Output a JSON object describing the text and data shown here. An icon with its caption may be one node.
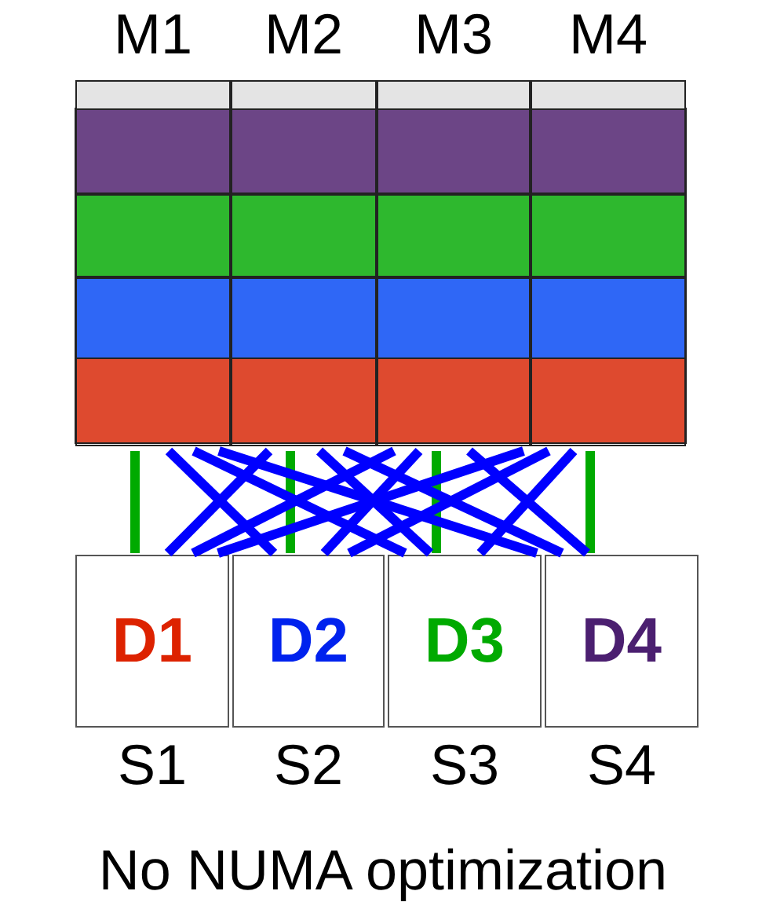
{
  "diagram": {
    "caption": "No NUMA optimization",
    "nodes": [
      {
        "text": [
          "M1"
        ]
      },
      {
        "text": [
          "M2"
        ]
      },
      {
        "text": [
          "M3"
        ]
      },
      {
        "text": [
          "M4"
        ]
      },
      {
        "text": [
          "D1"
        ],
        "beside": [
          "S1"
        ]
      },
      {
        "text": [
          "D2"
        ],
        "beside": [
          "S2"
        ]
      },
      {
        "text": [
          "D3"
        ],
        "beside": [
          "S3"
        ]
      },
      {
        "text": [
          "D4"
        ],
        "beside": [
          "S4"
        ]
      }
    ],
    "edges": [
      {
        "from": 0,
        "to": 4,
        "arrow": "none",
        "color": "#00aa00"
      },
      {
        "from": 1,
        "to": 5,
        "arrow": "none",
        "color": "#00aa00"
      },
      {
        "from": 2,
        "to": 6,
        "arrow": "none",
        "color": "#00aa00"
      },
      {
        "from": 3,
        "to": 7,
        "arrow": "none",
        "color": "#00aa00"
      },
      {
        "from": 0,
        "to": 5,
        "arrow": "none"
      },
      {
        "from": 0,
        "to": 6,
        "arrow": "none"
      },
      {
        "from": 0,
        "to": 7,
        "arrow": "none"
      },
      {
        "from": 1,
        "to": 4,
        "arrow": "none"
      },
      {
        "from": 1,
        "to": 6,
        "arrow": "none"
      },
      {
        "from": 1,
        "to": 7,
        "arrow": "none"
      },
      {
        "from": 2,
        "to": 4,
        "arrow": "none"
      },
      {
        "from": 2,
        "to": 5,
        "arrow": "none"
      },
      {
        "from": 2,
        "to": 7,
        "arrow": "none"
      },
      {
        "from": 3,
        "to": 4,
        "arrow": "none"
      },
      {
        "from": 3,
        "to": 5,
        "arrow": "none"
      },
      {
        "from": 3,
        "to": 6,
        "arrow": "none"
      }
    ]
  }
}
